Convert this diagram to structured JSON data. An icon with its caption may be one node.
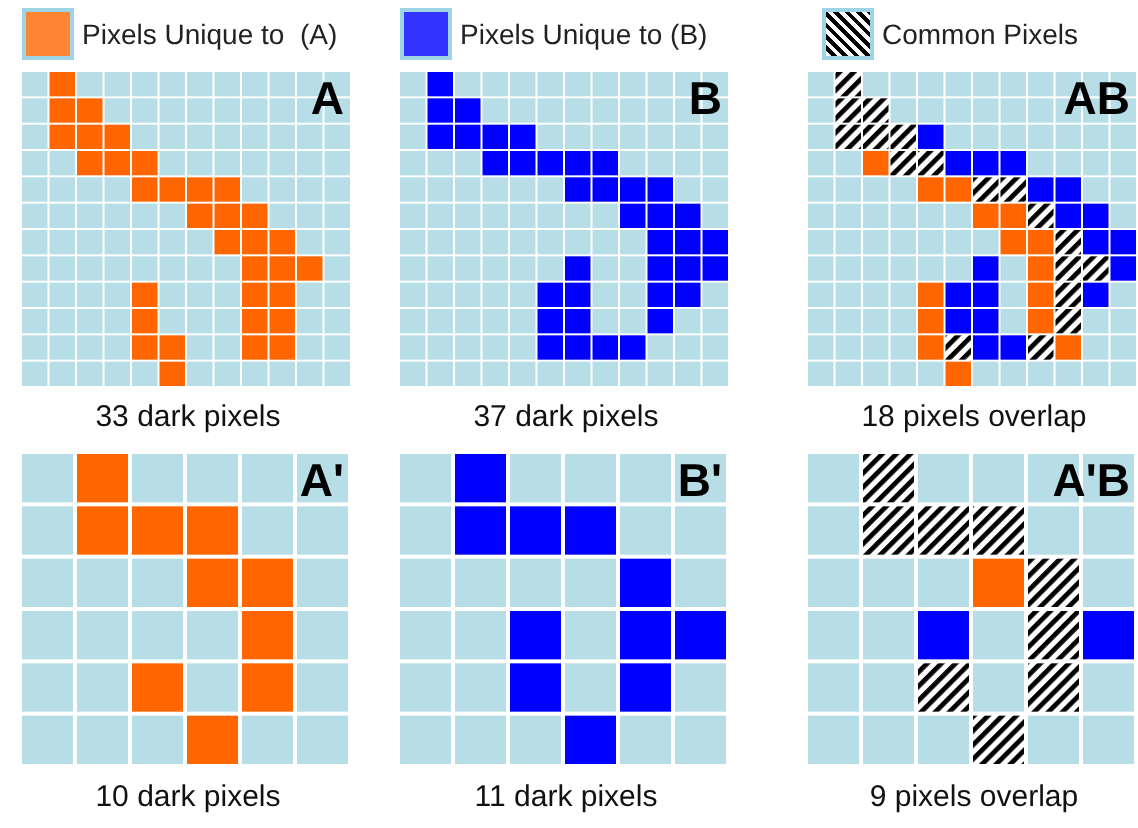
{
  "diagram": {
    "labels": [
      "A",
      "B",
      "AB",
      "33 dark pixels",
      "37 dark pixels",
      "18 pixels overlap",
      "A'",
      "B'",
      "A'B",
      "10 dark pixels",
      "11 dark pixels",
      "9 pixels overlap"
    ],
    "legend": [
      {
        "text": "Pixels Unique to  (A)",
        "color": "#ff8533"
      },
      {
        "text": "Pixels Unique to (B)",
        "color": "#3333ff"
      },
      {
        "text": "Common Pixels"
      }
    ]
  }
}
